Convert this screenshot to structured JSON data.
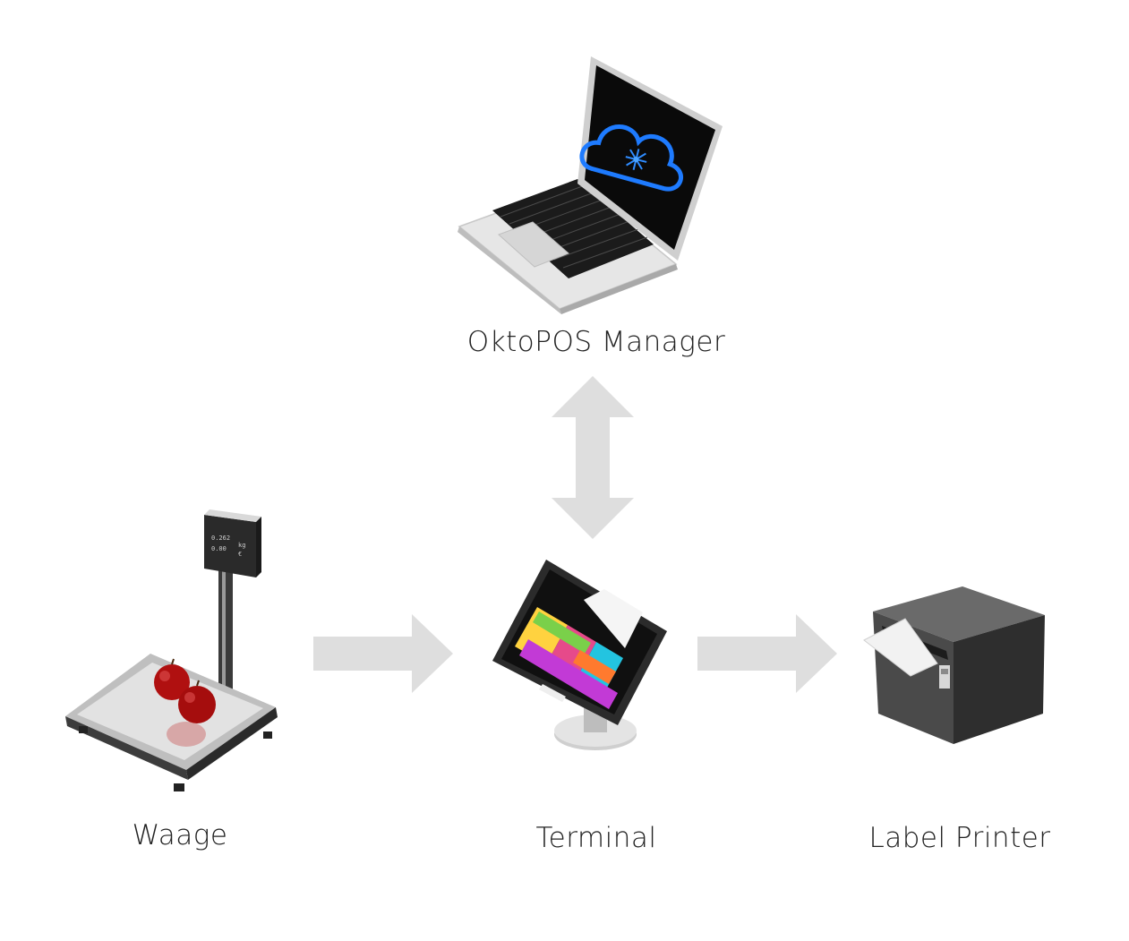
{
  "nodes": {
    "manager": {
      "label": "OktoPOS Manager",
      "icon": "laptop-icon"
    },
    "scale": {
      "label": "Waage",
      "icon": "scale-icon"
    },
    "terminal": {
      "label": "Terminal",
      "icon": "pos-terminal-icon"
    },
    "printer": {
      "label": "Label Printer",
      "icon": "printer-icon"
    }
  },
  "edges": [
    {
      "from": "manager",
      "to": "terminal",
      "direction": "bidirectional"
    },
    {
      "from": "scale",
      "to": "terminal",
      "direction": "forward"
    },
    {
      "from": "terminal",
      "to": "printer",
      "direction": "forward"
    }
  ],
  "colors": {
    "arrow": "#dedede",
    "cloud_logo": "#1e7bff",
    "background": "#ffffff"
  },
  "scale_display": {
    "line1": "0.262",
    "line2": "0.00",
    "unit1": "kg",
    "unit2": "€"
  }
}
